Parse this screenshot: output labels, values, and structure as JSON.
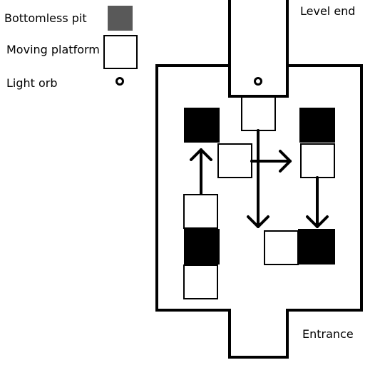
{
  "legend": {
    "pit": "Bottomless pit",
    "platform": "Moving platform",
    "orb": "Light orb"
  },
  "labels": {
    "level_end": "Level end",
    "entrance": "Entrance"
  },
  "colors": {
    "pit_legend": "#595959",
    "pit": "#000000",
    "platform": "#ffffff",
    "wall": "#000000",
    "background": "#ffffff"
  }
}
